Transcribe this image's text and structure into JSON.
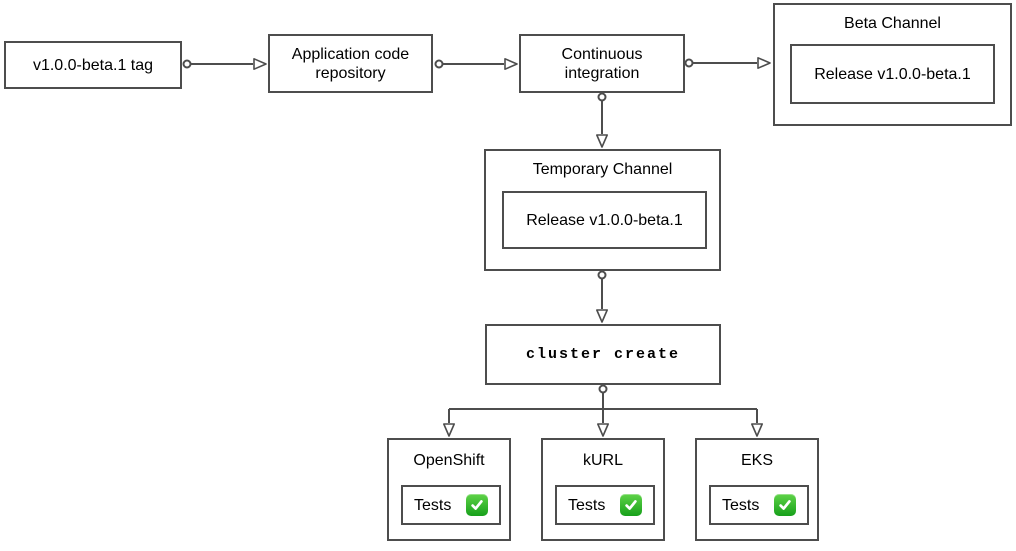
{
  "diagram": {
    "type": "flowchart",
    "background_color": "#ffffff",
    "colors": {
      "node_border": "#4d4d4d",
      "connector": "#4d4d4d",
      "text": "#000000",
      "check_icon_green": "#17a01b",
      "check_icon_mark": "#ffffff"
    },
    "nodes": {
      "tag": {
        "label": "v1.0.0-beta.1 tag"
      },
      "repo": {
        "label": "Application code repository"
      },
      "ci": {
        "label": "Continuous integration"
      },
      "beta_channel": {
        "title": "Beta Channel",
        "release": "Release v1.0.0-beta.1"
      },
      "temp_channel": {
        "title": "Temporary Channel",
        "release": "Release v1.0.0-beta.1"
      },
      "cluster_create": {
        "label": "cluster create"
      },
      "openshift": {
        "title": "OpenShift",
        "tests_label": "Tests",
        "tests_status": "passed"
      },
      "kurl": {
        "title": "kURL",
        "tests_label": "Tests",
        "tests_status": "passed"
      },
      "eks": {
        "title": "EKS",
        "tests_label": "Tests",
        "tests_status": "passed"
      }
    },
    "edges": [
      {
        "from": "tag",
        "to": "repo"
      },
      {
        "from": "repo",
        "to": "ci"
      },
      {
        "from": "ci",
        "to": "beta_channel"
      },
      {
        "from": "ci",
        "to": "temp_channel"
      },
      {
        "from": "temp_channel",
        "to": "cluster_create"
      },
      {
        "from": "cluster_create",
        "to": "openshift"
      },
      {
        "from": "cluster_create",
        "to": "kurl"
      },
      {
        "from": "cluster_create",
        "to": "eks"
      }
    ]
  }
}
